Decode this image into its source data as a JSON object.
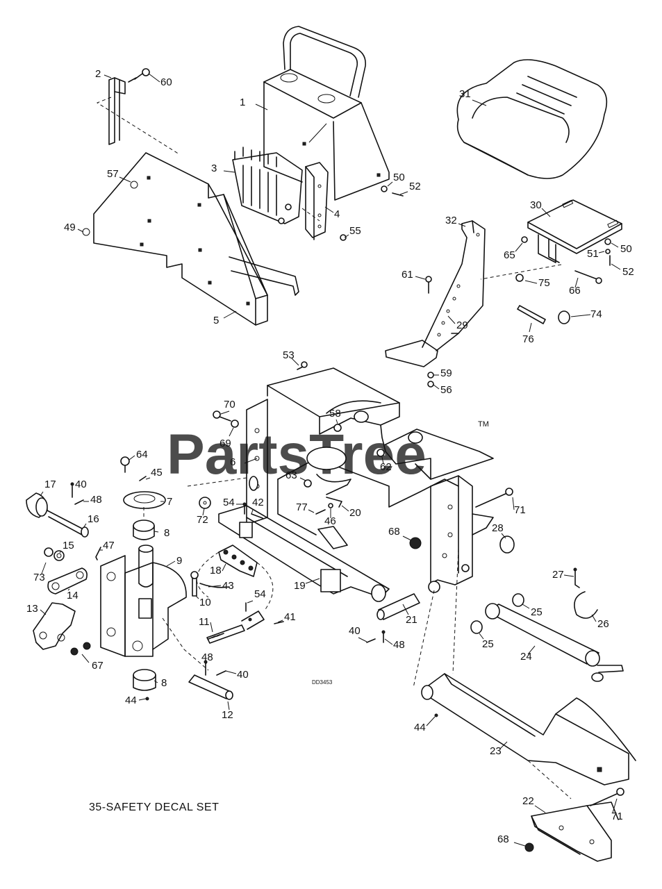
{
  "watermark": {
    "text": "PartsTree",
    "tm": "TM"
  },
  "diagram_code": "DD3453",
  "note": "35-SAFETY DECAL SET",
  "parts": [
    {
      "id": "p1",
      "label": "1"
    },
    {
      "id": "p2",
      "label": "2"
    },
    {
      "id": "p3",
      "label": "3"
    },
    {
      "id": "p4",
      "label": "4"
    },
    {
      "id": "p5",
      "label": "5"
    },
    {
      "id": "p6",
      "label": "6"
    },
    {
      "id": "p7",
      "label": "7"
    },
    {
      "id": "p8a",
      "label": "8"
    },
    {
      "id": "p8b",
      "label": "8"
    },
    {
      "id": "p9",
      "label": "9"
    },
    {
      "id": "p10",
      "label": "10"
    },
    {
      "id": "p11",
      "label": "11"
    },
    {
      "id": "p12",
      "label": "12"
    },
    {
      "id": "p13",
      "label": "13"
    },
    {
      "id": "p14",
      "label": "14"
    },
    {
      "id": "p15",
      "label": "15"
    },
    {
      "id": "p16",
      "label": "16"
    },
    {
      "id": "p17",
      "label": "17"
    },
    {
      "id": "p18",
      "label": "18"
    },
    {
      "id": "p19",
      "label": "19"
    },
    {
      "id": "p20",
      "label": "20"
    },
    {
      "id": "p21",
      "label": "21"
    },
    {
      "id": "p22",
      "label": "22"
    },
    {
      "id": "p23",
      "label": "23"
    },
    {
      "id": "p24",
      "label": "24"
    },
    {
      "id": "p25a",
      "label": "25"
    },
    {
      "id": "p25b",
      "label": "25"
    },
    {
      "id": "p26",
      "label": "26"
    },
    {
      "id": "p27",
      "label": "27"
    },
    {
      "id": "p28",
      "label": "28"
    },
    {
      "id": "p29",
      "label": "29"
    },
    {
      "id": "p30",
      "label": "30"
    },
    {
      "id": "p31",
      "label": "31"
    },
    {
      "id": "p32",
      "label": "32"
    },
    {
      "id": "p40a",
      "label": "40"
    },
    {
      "id": "p40b",
      "label": "40"
    },
    {
      "id": "p40c",
      "label": "40"
    },
    {
      "id": "p41",
      "label": "41"
    },
    {
      "id": "p42",
      "label": "42"
    },
    {
      "id": "p43",
      "label": "43"
    },
    {
      "id": "p44a",
      "label": "44"
    },
    {
      "id": "p44b",
      "label": "44"
    },
    {
      "id": "p45",
      "label": "45"
    },
    {
      "id": "p46",
      "label": "46"
    },
    {
      "id": "p47",
      "label": "47"
    },
    {
      "id": "p48a",
      "label": "48"
    },
    {
      "id": "p48b",
      "label": "48"
    },
    {
      "id": "p48c",
      "label": "48"
    },
    {
      "id": "p49",
      "label": "49"
    },
    {
      "id": "p50a",
      "label": "50"
    },
    {
      "id": "p50b",
      "label": "50"
    },
    {
      "id": "p51",
      "label": "51"
    },
    {
      "id": "p52a",
      "label": "52"
    },
    {
      "id": "p52b",
      "label": "52"
    },
    {
      "id": "p53",
      "label": "53"
    },
    {
      "id": "p54a",
      "label": "54"
    },
    {
      "id": "p54b",
      "label": "54"
    },
    {
      "id": "p55",
      "label": "55"
    },
    {
      "id": "p56",
      "label": "56"
    },
    {
      "id": "p57",
      "label": "57"
    },
    {
      "id": "p58",
      "label": "58"
    },
    {
      "id": "p59",
      "label": "59"
    },
    {
      "id": "p60",
      "label": "60"
    },
    {
      "id": "p61",
      "label": "61"
    },
    {
      "id": "p62",
      "label": "62"
    },
    {
      "id": "p63",
      "label": "63"
    },
    {
      "id": "p64",
      "label": "64"
    },
    {
      "id": "p65",
      "label": "65"
    },
    {
      "id": "p66",
      "label": "66"
    },
    {
      "id": "p67",
      "label": "67"
    },
    {
      "id": "p68a",
      "label": "68"
    },
    {
      "id": "p68b",
      "label": "68"
    },
    {
      "id": "p69",
      "label": "69"
    },
    {
      "id": "p70",
      "label": "70"
    },
    {
      "id": "p71a",
      "label": "71"
    },
    {
      "id": "p71b",
      "label": "71"
    },
    {
      "id": "p72",
      "label": "72"
    },
    {
      "id": "p73",
      "label": "73"
    },
    {
      "id": "p74",
      "label": "74"
    },
    {
      "id": "p75",
      "label": "75"
    },
    {
      "id": "p76",
      "label": "76"
    },
    {
      "id": "p77",
      "label": "77"
    }
  ]
}
